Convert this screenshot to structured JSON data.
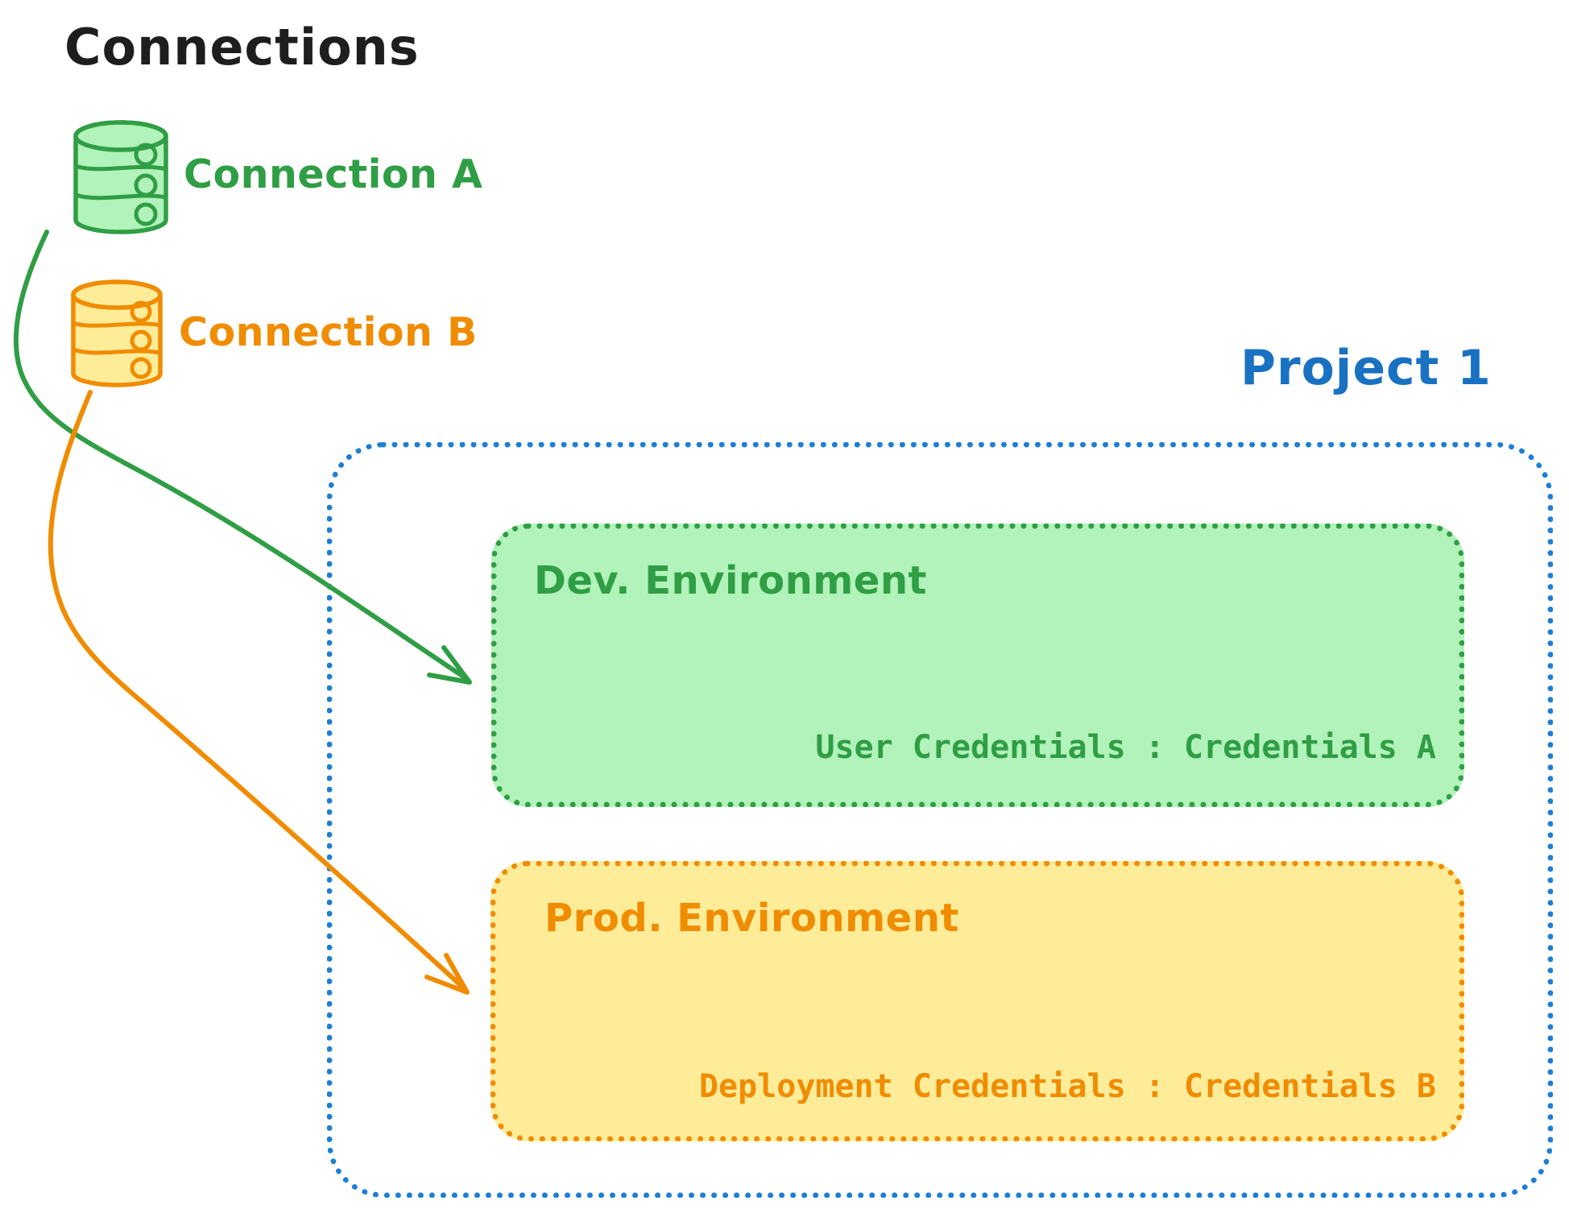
{
  "diagram": {
    "title": "Connections",
    "text_color": "#1e1e1e",
    "connections": [
      {
        "label": "Connection A",
        "icon": "database-cylinder-icon",
        "stroke_color": "#2f9e44",
        "fill_color": "#b2f2bb"
      },
      {
        "label": "Connection B",
        "icon": "database-cylinder-icon",
        "stroke_color": "#f08c00",
        "fill_color": "#ffec99"
      }
    ],
    "project": {
      "title": "Project 1",
      "title_color": "#1971c2",
      "border_color": "#1c7ed6",
      "environments": [
        {
          "name": "Dev. Environment",
          "credentials_text": "User Credentials : Credentials A",
          "stroke_color": "#2f9e44",
          "fill_color": "#b2f2bb"
        },
        {
          "name": "Prod. Environment",
          "credentials_text": "Deployment Credentials : Credentials B",
          "stroke_color": "#f08c00",
          "fill_color": "#ffec99"
        }
      ]
    },
    "arrows": [
      {
        "name": "connection-a-to-dev-arrow",
        "color": "#2f9e44"
      },
      {
        "name": "connection-b-to-prod-arrow",
        "color": "#f08c00"
      }
    ]
  }
}
